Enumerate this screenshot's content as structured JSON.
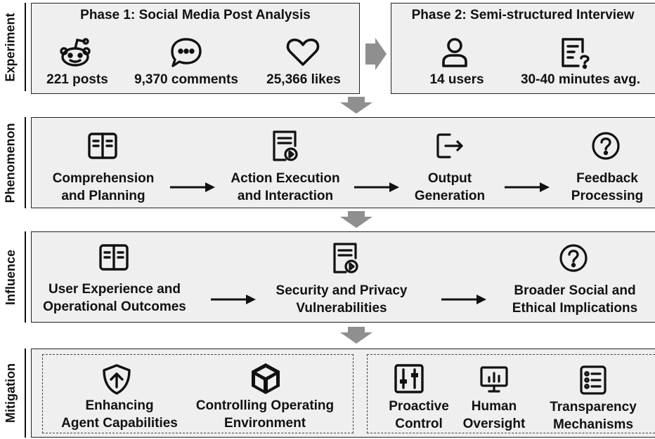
{
  "rows": {
    "experiment": "Experiment",
    "phenomenon": "Phenomenon",
    "influence": "Influence",
    "mitigation": "Mitigation"
  },
  "phase1": {
    "title": "Phase 1: Social Media Post Analysis",
    "stats": [
      {
        "icon": "reddit-icon",
        "label": "221 posts"
      },
      {
        "icon": "comment-icon",
        "label": "9,370 comments"
      },
      {
        "icon": "heart-icon",
        "label": "25,366 likes"
      }
    ]
  },
  "phase2": {
    "title": "Phase 2: Semi-structured Interview",
    "stats": [
      {
        "icon": "user-icon",
        "label": "14 users"
      },
      {
        "icon": "questionnaire-icon",
        "label": "30-40 minutes avg."
      }
    ]
  },
  "phenomenon": {
    "steps": [
      {
        "icon": "book-icon",
        "line1": "Comprehension",
        "line2": "and Planning"
      },
      {
        "icon": "document-play-icon",
        "line1": "Action Execution",
        "line2": "and Interaction"
      },
      {
        "icon": "exit-icon",
        "line1": "Output",
        "line2": "Generation"
      },
      {
        "icon": "question-icon",
        "line1": "Feedback",
        "line2": "Processing"
      }
    ]
  },
  "influence": {
    "items": [
      {
        "icon": "book-icon",
        "line1": "User Experience and",
        "line2": "Operational Outcomes"
      },
      {
        "icon": "document-play-icon",
        "line1": "Security and Privacy",
        "line2": "Vulnerabilities"
      },
      {
        "icon": "question-icon",
        "line1": "Broader Social and",
        "line2": "Ethical Implications"
      }
    ]
  },
  "mitigation": {
    "group1": [
      {
        "icon": "shield-up-icon",
        "line1": "Enhancing",
        "line2": "Agent Capabilities"
      },
      {
        "icon": "cube-icon",
        "line1": "Controlling Operating",
        "line2": "Environment"
      }
    ],
    "group2": [
      {
        "icon": "sliders-icon",
        "line1": "Proactive",
        "line2": "Control"
      },
      {
        "icon": "monitor-chart-icon",
        "line1": "Human",
        "line2": "Oversight"
      },
      {
        "icon": "checklist-icon",
        "line1": "Transparency",
        "line2": "Mechanisms"
      }
    ]
  },
  "colors": {
    "box_fill": "#efefef",
    "arrow_gray": "#8f8f8f",
    "stroke": "#111111"
  }
}
